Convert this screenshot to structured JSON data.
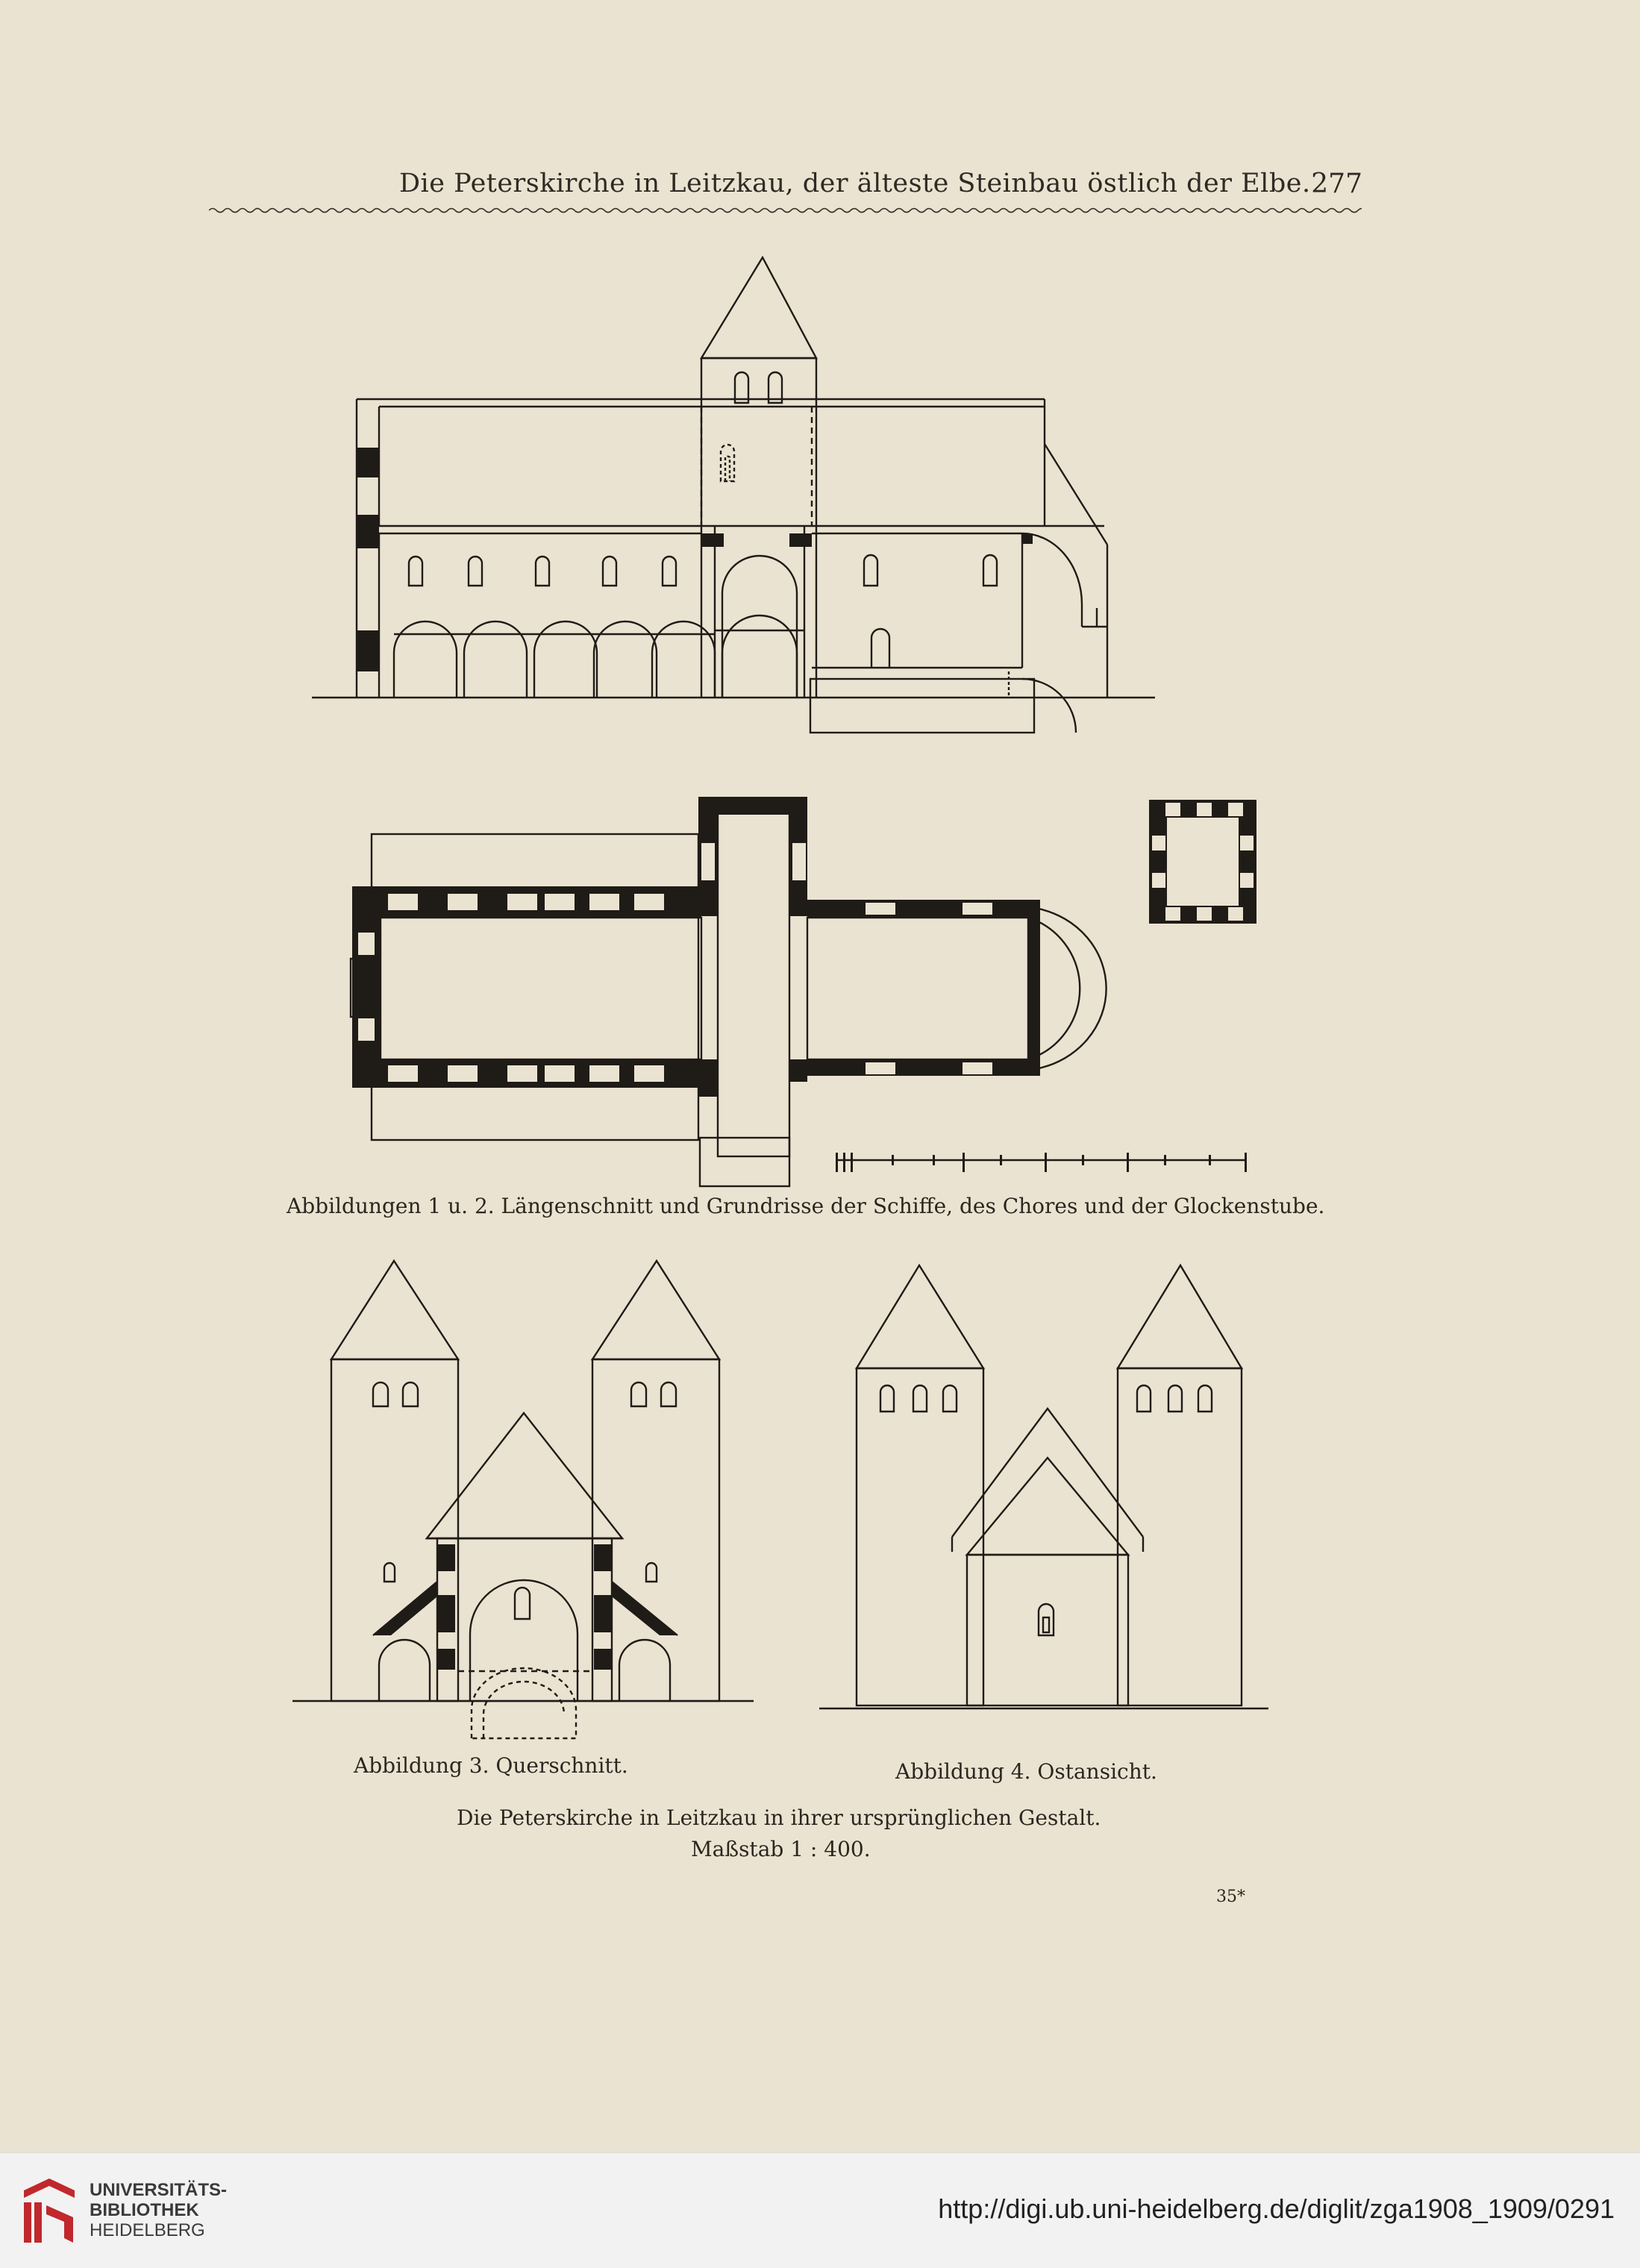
{
  "header": {
    "title": "Die Peterskirche in Leitzkau, der älteste Steinbau östlich der Elbe.",
    "page_number": "277"
  },
  "figures": {
    "caption_1_2": "Abbildungen 1 u. 2.  Längenschnitt und Grundrisse der Schiffe, des Chores und der Glockenstube.",
    "caption_3": "Abbildung 3.  Querschnitt.",
    "caption_4": "Abbildung 4.  Ostansicht.",
    "caption_main": "Die Peterskirche in Leitzkau in ihrer ursprünglichen Gestalt.",
    "scale": "Maßstab 1 : 400."
  },
  "signature": "35*",
  "footer": {
    "library_line1": "UNIVERSITÄTS-",
    "library_line2": "BIBLIOTHEK",
    "library_line3": "HEIDELBERG",
    "url": "http://digi.ub.uni-heidelberg.de/diglit/zga1908_1909/0291"
  },
  "colors": {
    "paper": "#ebe3d1",
    "ink": "#1f1b17",
    "logo_red": "#c0282d"
  }
}
